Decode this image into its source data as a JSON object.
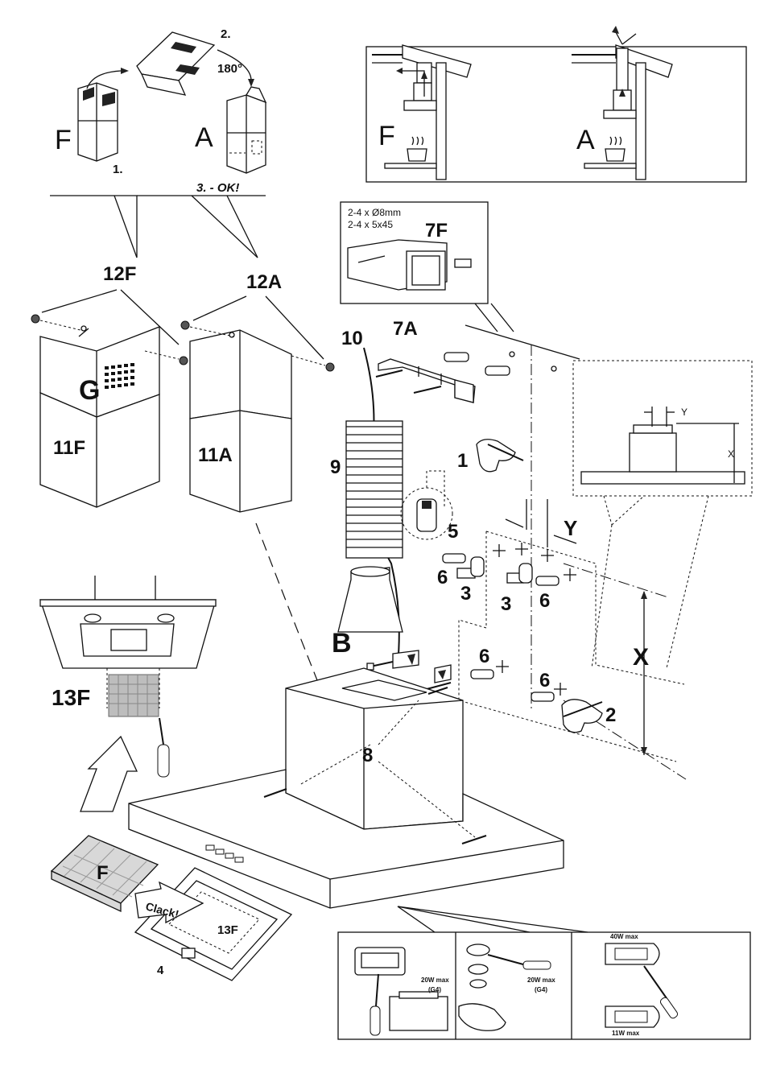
{
  "labels": {
    "step_f": "F",
    "step_1": "1.",
    "step_2": "2.",
    "step_180": "180°",
    "step_a": "A",
    "step_3ok": "3. - OK!",
    "mode_f": "F",
    "mode_a": "A",
    "fix_line1": "2-4 x Ø8mm",
    "fix_line2": "2-4 x 5x45",
    "p7f": "7F",
    "p12f": "12F",
    "p12a": "12A",
    "p10": "10",
    "p7a": "7A",
    "g": "G",
    "p11f": "11F",
    "p11a": "11A",
    "p9": "9",
    "p1": "1",
    "det_y": "Y",
    "det_x": "X",
    "p5": "5",
    "y_big": "Y",
    "p6a": "6",
    "p3a": "3",
    "p3b": "3",
    "p6b": "6",
    "b": "B",
    "x_big": "X",
    "p6c": "6",
    "p6d": "6",
    "p2": "2",
    "p8": "8",
    "p13f_a": "13F",
    "filter_f": "F",
    "clack": "Clack!",
    "p13f_b": "13F",
    "p4": "4",
    "l20w_a": "20W max",
    "g4_a": "(G4)",
    "l20w_b": "20W max",
    "g4_b": "(G4)",
    "l40w": "40W max",
    "l11w": "11W max"
  },
  "icons": [
    "hand-screwdriver-icon",
    "screwdriver-icon",
    "steam-pot-icon",
    "screw-icon",
    "wall-plug-icon"
  ]
}
